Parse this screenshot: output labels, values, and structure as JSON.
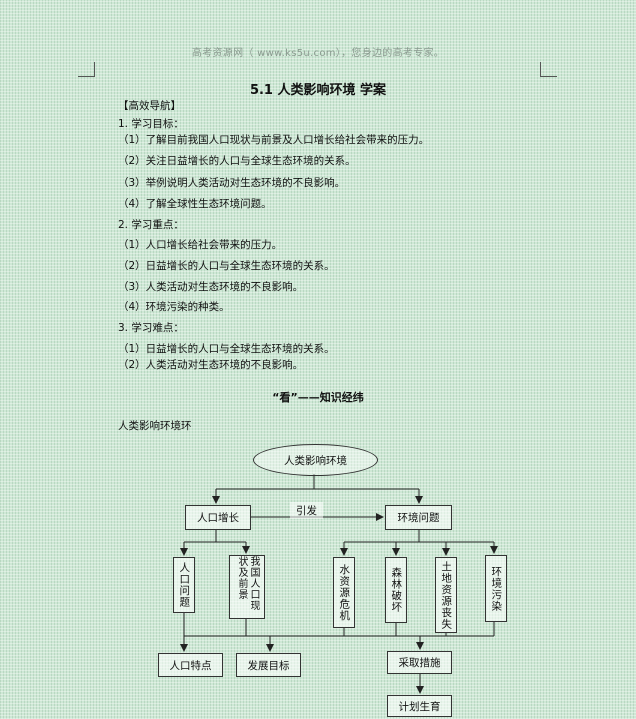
{
  "header": {
    "source_note": "高考资源网（ www.ks5u.com），您身边的高考专家。"
  },
  "document": {
    "title": "5.1  人类影响环境  学案",
    "guide_heading": "【高效导航】",
    "objectives": {
      "heading": "1. 学习目标：",
      "items": [
        "（1）了解目前我国人口现状与前景及人口增长给社会带来的压力。",
        "（2）关注日益增长的人口与全球生态环境的关系。",
        "（3）举例说明人类活动对生态环境的不良影响。",
        "（4）了解全球性生态环境问题。"
      ]
    },
    "key_points": {
      "heading": "2. 学习重点：",
      "items": [
        "（1）人口增长给社会带来的压力。",
        "（2）日益增长的人口与全球生态环境的关系。",
        "（3）人类活动对生态环境的不良影响。",
        "（4）环境污染的种类。"
      ]
    },
    "difficult_points": {
      "heading": "3. 学习难点：",
      "items": [
        "（1）日益增长的人口与全球生态环境的关系。",
        "（2）人类活动对生态环境的不良影响。"
      ]
    },
    "section_title": "“看”——知识经纬",
    "diagram_caption": "人类影响环境环"
  },
  "diagram": {
    "root": "人类影响环境",
    "population_growth": "人口增长",
    "causes_label": "引发",
    "env_problems": "环境问题",
    "left_children": [
      "人口问题",
      "我国人口现状及前景"
    ],
    "right_children": [
      "水资源危机",
      "森林破坏",
      "土地资源丧失",
      "环境污染"
    ],
    "bottom": [
      "人口特点",
      "发展目标",
      "采取措施"
    ],
    "final": "计划生育"
  }
}
